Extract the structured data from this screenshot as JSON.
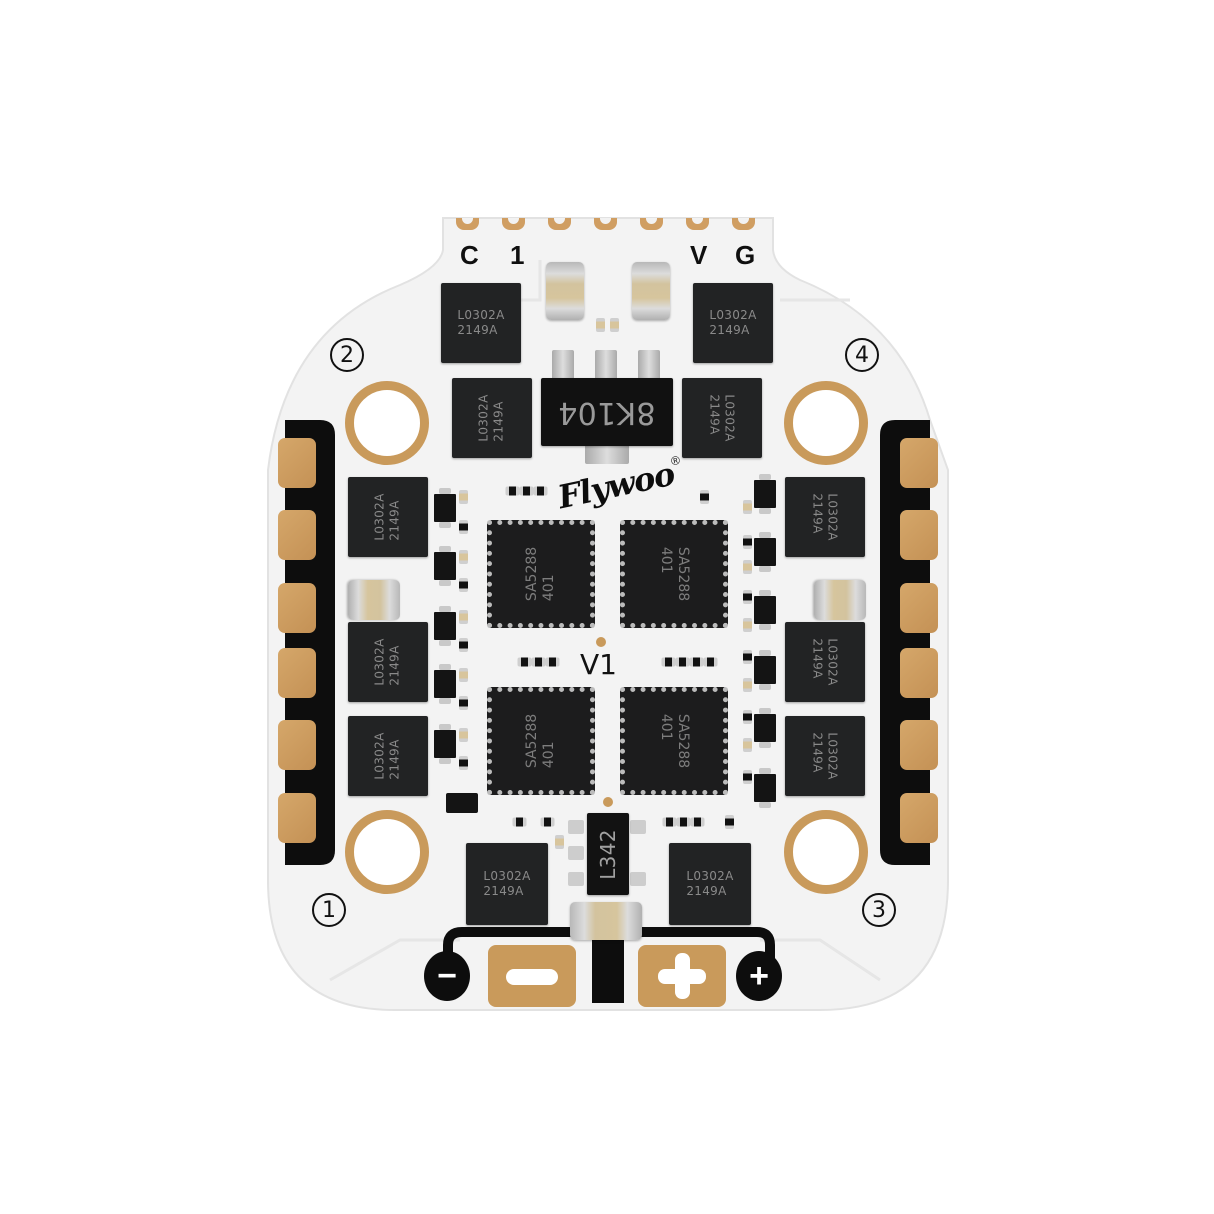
{
  "product": {
    "brand_logo": "Flywoo",
    "brand_mark": "®",
    "board_revision": "V1",
    "board_color": "#f2f2f2",
    "copper_color": "#c99a5b",
    "silkscreen_color": "#111111"
  },
  "top_connector": {
    "pad_count": 7,
    "labels": [
      "C",
      "1",
      "V",
      "G"
    ]
  },
  "motor_outputs": {
    "labels": [
      "1",
      "2",
      "3",
      "4"
    ]
  },
  "power": {
    "negative_symbol": "−",
    "positive_symbol": "+"
  },
  "chips": {
    "mosfet_line1": "L0302A",
    "mosfet_line2": "2149A",
    "regulator": "8K104",
    "mcu_line1": "SA5288",
    "mcu_line2": "401",
    "ldo": "L342"
  }
}
